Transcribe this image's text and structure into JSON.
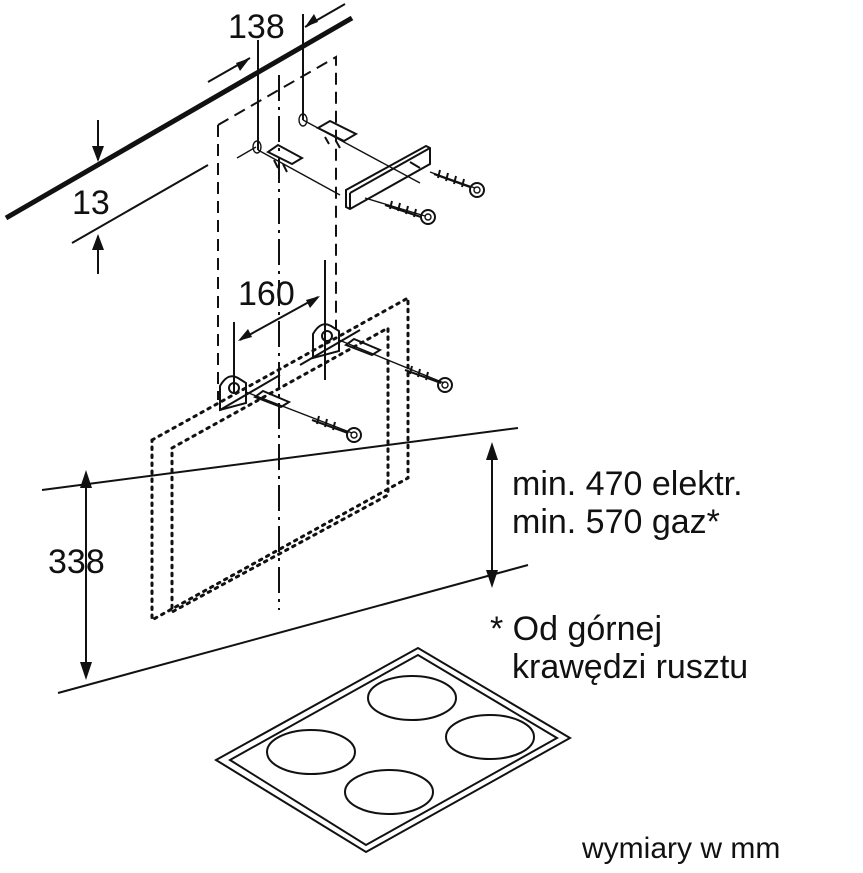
{
  "dimensions": {
    "top_spacing": "138",
    "top_offset": "13",
    "bracket_spacing": "160",
    "height_label": "338"
  },
  "notes": {
    "min_electric": "min. 470 elektr.",
    "min_gas": "min. 570 gaz*",
    "footnote_line1": "* Od górnej",
    "footnote_line2": "krawędzi rusztu",
    "units": "wymiary w mm"
  },
  "icons": [
    "wall-plug-icon",
    "screw-icon",
    "bracket-icon",
    "hob-burner-icon"
  ]
}
